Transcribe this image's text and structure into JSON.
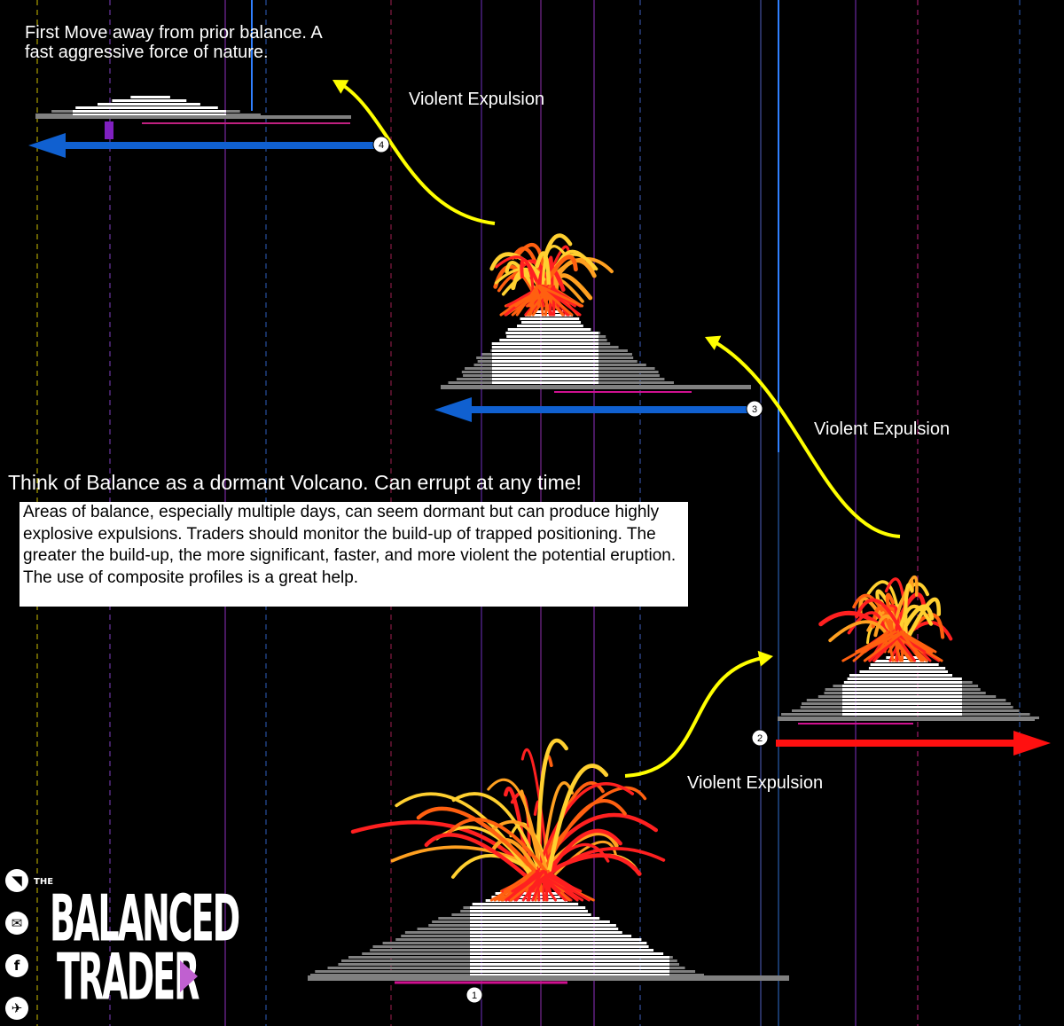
{
  "intro_text": "First Move away from prior balance. A fast aggressive force of nature.",
  "expulsion_labels": [
    "Violent Expulsion",
    "Violent Expulsion",
    "Violent Expulsion"
  ],
  "headline": "Think of Balance as a dormant Volcano. Can errupt at any time!",
  "info_text": "Areas of balance, especially multiple days, can seem dormant but can produce highly explosive expulsions. Traders should monitor the build-up of trapped positioning. The greater the build-up, the more significant, faster, and more violent the potential eruption. The use of composite profiles is a great help.",
  "step_markers": [
    "1",
    "2",
    "3",
    "4"
  ],
  "brand": {
    "the": "THE",
    "line1": "BALANCED",
    "line2": "TRADER"
  },
  "social_icons": [
    "rss-icon",
    "email-icon",
    "facebook-icon",
    "twitter-icon"
  ],
  "colors": {
    "arrow_blue": "#1060d0",
    "arrow_red": "#ff1010",
    "curve_yellow": "#ffff00",
    "profile_white": "#ffffff",
    "profile_gray": "#808080",
    "lava": [
      "#ff2020",
      "#ff6010",
      "#ffa020",
      "#ffd030"
    ]
  }
}
